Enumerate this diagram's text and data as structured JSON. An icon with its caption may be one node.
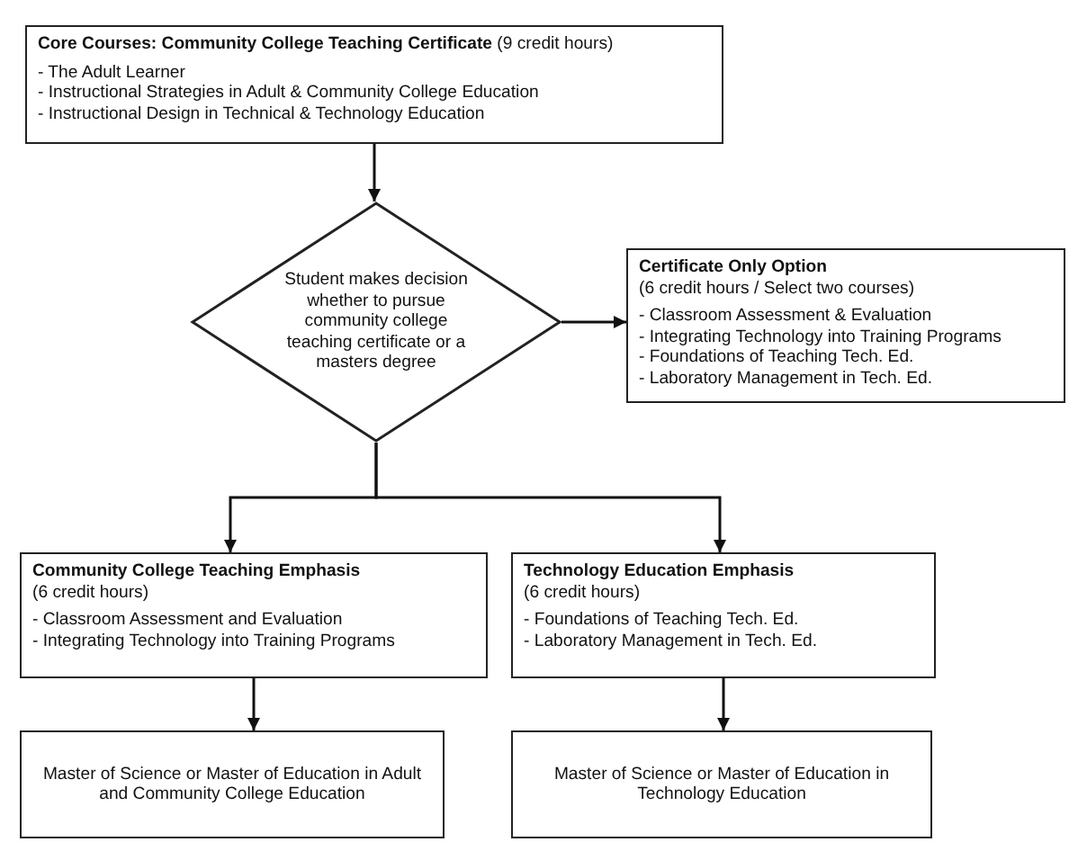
{
  "diagram": {
    "nodes": [
      {
        "text": [
          "**Core Courses: Community College Teaching Certificate** (9 credit hours)",
          "- The Adult Learner",
          "- Instructional Strategies in Adult & Community College Education",
          "- Instructional Design in Technical & Technology Education"
        ]
      },
      {
        "text": [
          "Student makes decision whether to pursue community college teaching certificate or a masters degree"
        ]
      },
      {
        "text": [
          "Certificate Only Option",
          "(6 credit hours / Select two courses)",
          "- Classroom Assessment & Evaluation",
          "- Integrating Technology into Training Programs",
          "- Foundations of Teaching Tech. Ed.",
          "- Laboratory Management in Tech. Ed."
        ]
      },
      {
        "text": [
          "Community College Teaching Emphasis",
          "(6 credit hours)",
          "- Classroom Assessment and Evaluation",
          "- Integrating Technology into Training Programs"
        ]
      },
      {
        "text": [
          "Technology Education Emphasis",
          "(6 credit hours)",
          "- Foundations of Teaching Tech. Ed.",
          "- Laboratory Management in Tech. Ed."
        ]
      },
      {
        "text": [
          "Master of Science or Master of Education in Adult and Community College Education"
        ]
      },
      {
        "text": [
          "Master of Science or Master of Education in Technology Education"
        ]
      }
    ],
    "edges": [
      {
        "from": 0,
        "to": 1,
        "arrow": "to"
      },
      {
        "from": 1,
        "to": 2,
        "arrow": "to"
      },
      {
        "from": 1,
        "to": 3,
        "arrow": "to"
      },
      {
        "from": 1,
        "to": 4,
        "arrow": "to"
      },
      {
        "from": 3,
        "to": 5,
        "arrow": "to"
      },
      {
        "from": 4,
        "to": 6,
        "arrow": "to"
      }
    ]
  }
}
